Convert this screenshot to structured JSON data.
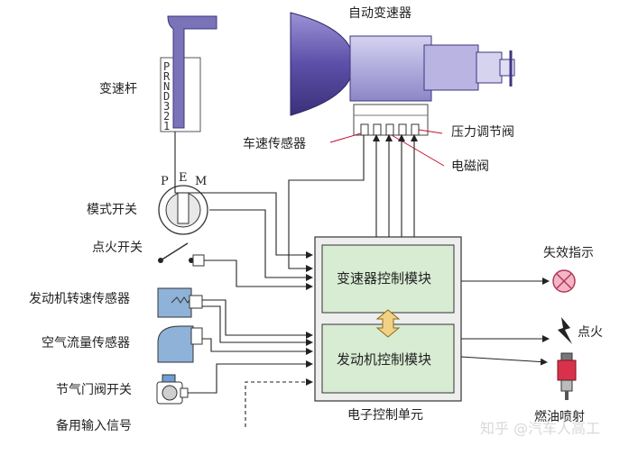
{
  "labels": {
    "transmission": "自动变速器",
    "shift_lever": "变速杆",
    "vehicle_speed_sensor": "车速传感器",
    "pressure_valve": "压力调节阀",
    "solenoid_valve": "电磁阀",
    "mode_switch": "模式开关",
    "ignition_switch": "点火开关",
    "engine_speed_sensor": "发动机转速传感器",
    "air_flow_sensor": "空气流量传感器",
    "throttle_switch": "节气门阀开关",
    "backup_input": "备用输入信号",
    "tcm": "变速器控制模块",
    "ecm": "发动机控制模块",
    "ecu": "电子控制单元",
    "fault_indicator": "失效指示",
    "ignition": "点火",
    "fuel_injection": "燃油喷射"
  },
  "gear_positions": [
    "P",
    "R",
    "N",
    "D",
    "3",
    "2",
    "1"
  ],
  "mode_letters": [
    "P",
    "E",
    "M"
  ],
  "watermark": "知乎 @汽车人高工",
  "colors": {
    "module_fill": "#d7ecd2",
    "ecu_fill": "#eeeeee",
    "transmission": "#6b5fb0",
    "arrow": "#f1d183"
  }
}
